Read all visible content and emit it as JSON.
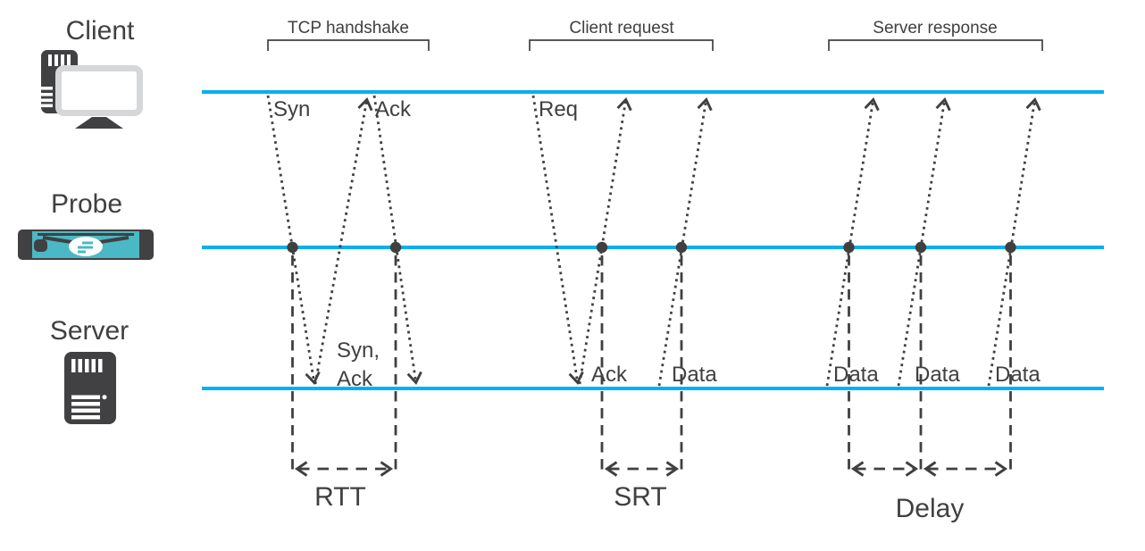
{
  "actors": {
    "client": {
      "label": "Client",
      "icon": "desktop-computer-icon"
    },
    "probe": {
      "label": "Probe",
      "icon": "probe-appliance-icon"
    },
    "server": {
      "label": "Server",
      "icon": "server-tower-icon"
    }
  },
  "phases": {
    "tcp_handshake": {
      "label": "TCP handshake"
    },
    "client_request": {
      "label": "Client request"
    },
    "server_response": {
      "label": "Server response"
    }
  },
  "packets": {
    "syn": "Syn",
    "ack_to_server": "Ack",
    "syn_ack_line1": "Syn,",
    "syn_ack_line2": "Ack",
    "req": "Req",
    "ack_to_client": "Ack",
    "data_request": "Data",
    "data_response_1": "Data",
    "data_response_2": "Data",
    "data_response_3": "Data"
  },
  "metrics": {
    "rtt": "RTT",
    "srt": "SRT",
    "delay": "Delay"
  },
  "colors": {
    "timeline_blue": "#00B0F0",
    "ink_gray": "#404040",
    "icon_dark_gray": "#414042",
    "icon_light_gray": "#D5D7D9",
    "probe_teal": "#4BB8C5"
  }
}
